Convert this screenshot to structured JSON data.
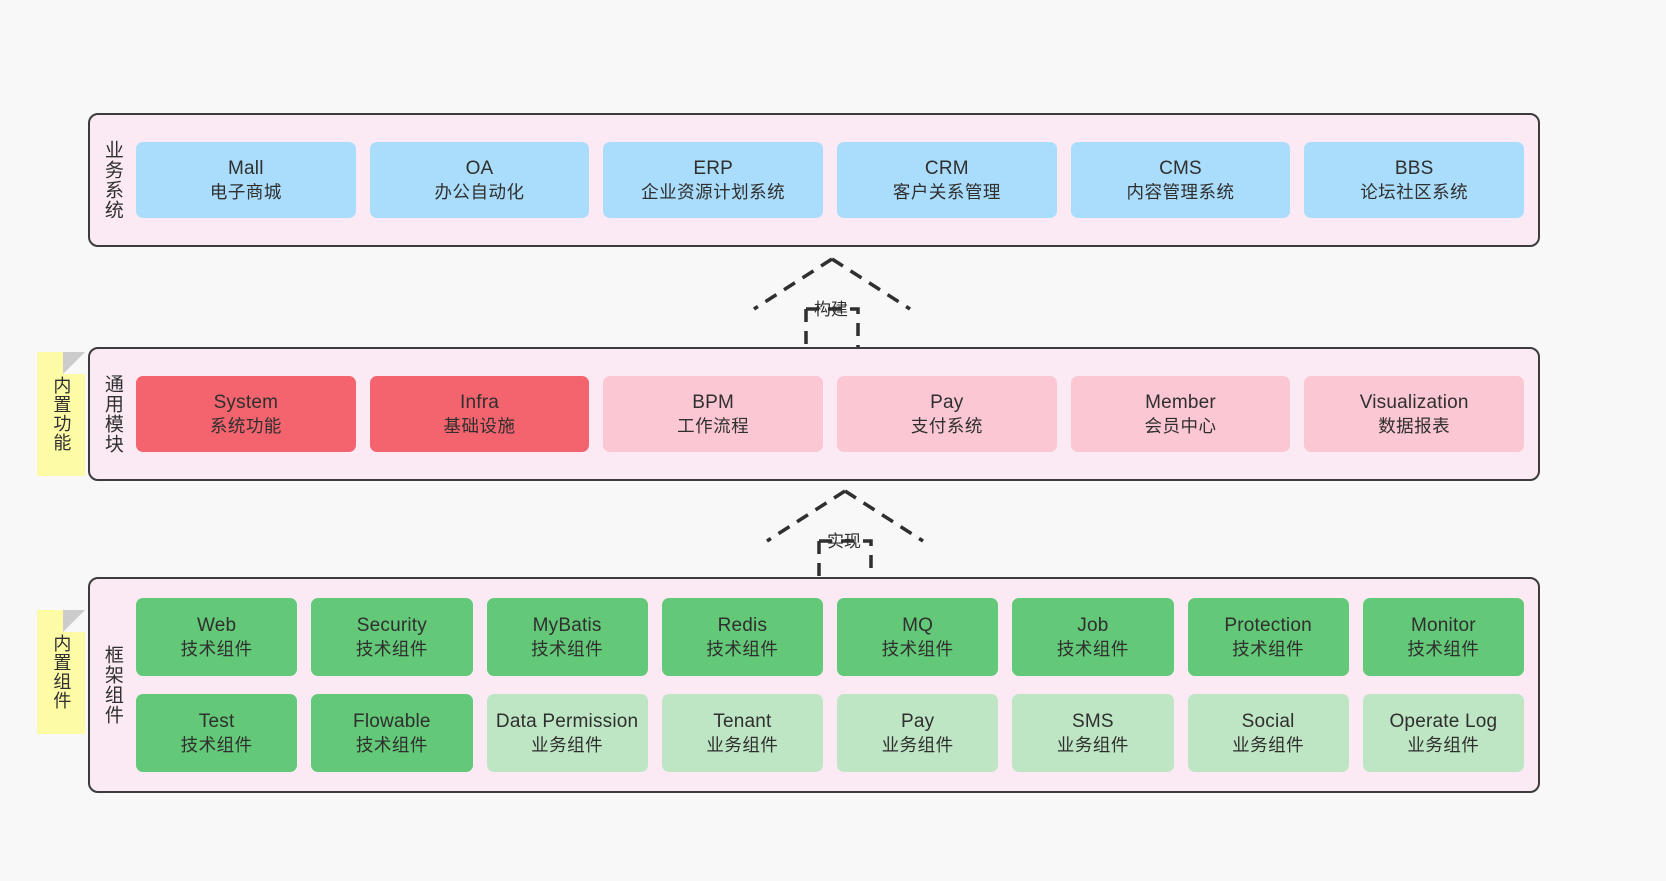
{
  "diagram": {
    "title": "",
    "colors": {
      "background": "#f8f8f8",
      "band_fill": "#fbeaf4",
      "band_border": "#3c3c3c",
      "business_card": "#aadcfb",
      "module_core_card": "#f4646e",
      "module_card": "#fbc7d2",
      "tech_component_card": "#63c878",
      "business_component_card": "#bfe6c4",
      "sticky_note": "#fdfba6",
      "text": "#2f2f2f"
    }
  },
  "layers": {
    "business": {
      "label": "业务系统",
      "cards": [
        {
          "en": "Mall",
          "cn": "电子商城"
        },
        {
          "en": "OA",
          "cn": "办公自动化"
        },
        {
          "en": "ERP",
          "cn": "企业资源计划系统"
        },
        {
          "en": "CRM",
          "cn": "客户关系管理"
        },
        {
          "en": "CMS",
          "cn": "内容管理系统"
        },
        {
          "en": "BBS",
          "cn": "论坛社区系统"
        }
      ]
    },
    "modules": {
      "label": "通用模块",
      "sticky": "内置功能",
      "cards": [
        {
          "en": "System",
          "cn": "系统功能",
          "variant": "c-red"
        },
        {
          "en": "Infra",
          "cn": "基础设施",
          "variant": "c-red"
        },
        {
          "en": "BPM",
          "cn": "工作流程",
          "variant": "c-pink"
        },
        {
          "en": "Pay",
          "cn": "支付系统",
          "variant": "c-pink"
        },
        {
          "en": "Member",
          "cn": "会员中心",
          "variant": "c-pink"
        },
        {
          "en": "Visualization",
          "cn": "数据报表",
          "variant": "c-pink"
        }
      ]
    },
    "framework": {
      "label": "框架组件",
      "sticky": "内置组件",
      "row1": [
        {
          "en": "Web",
          "cn": "技术组件",
          "variant": "c-green"
        },
        {
          "en": "Security",
          "cn": "技术组件",
          "variant": "c-green"
        },
        {
          "en": "MyBatis",
          "cn": "技术组件",
          "variant": "c-green"
        },
        {
          "en": "Redis",
          "cn": "技术组件",
          "variant": "c-green"
        },
        {
          "en": "MQ",
          "cn": "技术组件",
          "variant": "c-green"
        },
        {
          "en": "Job",
          "cn": "技术组件",
          "variant": "c-green"
        },
        {
          "en": "Protection",
          "cn": "技术组件",
          "variant": "c-green"
        },
        {
          "en": "Monitor",
          "cn": "技术组件",
          "variant": "c-green"
        }
      ],
      "row2": [
        {
          "en": "Test",
          "cn": "技术组件",
          "variant": "c-green"
        },
        {
          "en": "Flowable",
          "cn": "技术组件",
          "variant": "c-green"
        },
        {
          "en": "Data Permission",
          "cn": "业务组件",
          "variant": "c-lightgreen"
        },
        {
          "en": "Tenant",
          "cn": "业务组件",
          "variant": "c-lightgreen"
        },
        {
          "en": "Pay",
          "cn": "业务组件",
          "variant": "c-lightgreen"
        },
        {
          "en": "SMS",
          "cn": "业务组件",
          "variant": "c-lightgreen"
        },
        {
          "en": "Social",
          "cn": "业务组件",
          "variant": "c-lightgreen"
        },
        {
          "en": "Operate Log",
          "cn": "业务组件",
          "variant": "c-lightgreen"
        }
      ]
    }
  },
  "arrows": [
    {
      "name": "build",
      "label": "构建",
      "from": "通用模块",
      "to": "业务系统"
    },
    {
      "name": "implement",
      "label": "实现",
      "from": "框架组件",
      "to": "通用模块"
    }
  ]
}
